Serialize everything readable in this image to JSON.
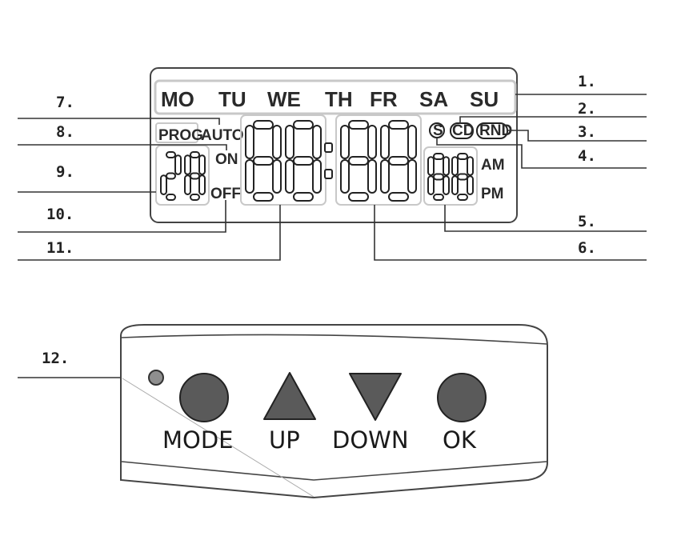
{
  "lcd": {
    "days": [
      "MO",
      "TU",
      "WE",
      "TH",
      "FR",
      "SA",
      "SU"
    ],
    "prog": "PROG",
    "auto": "AUTO",
    "on": "ON",
    "off": "OFF",
    "am": "AM",
    "pm": "PM",
    "summer_icon": "S",
    "cd_icon": "CD",
    "rnd_icon": "RND",
    "day_number": "28",
    "hours": "88",
    "minutes": "88",
    "seconds": "88"
  },
  "callouts": [
    "1.",
    "2.",
    "3.",
    "4.",
    "5.",
    "6.",
    "7.",
    "8.",
    "9.",
    "10.",
    "11.",
    "12."
  ],
  "buttons": {
    "mode": "MODE",
    "up": "UP",
    "down": "DOWN",
    "ok": "OK"
  }
}
